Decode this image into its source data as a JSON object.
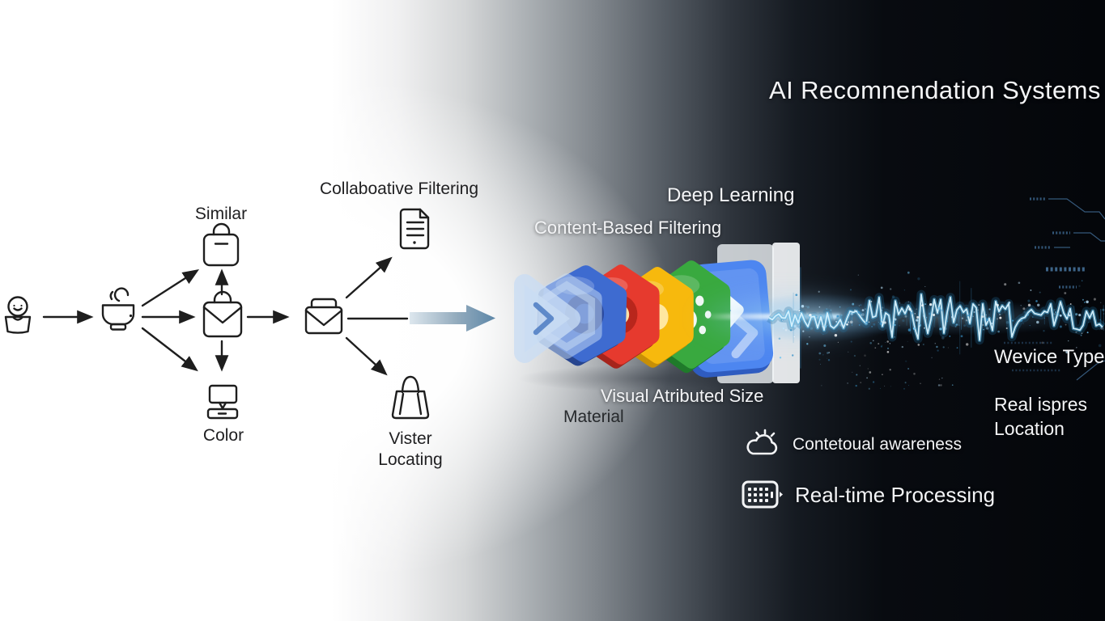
{
  "title": "AI Recomnendation Systems",
  "flowchart": {
    "similar_label": "Similar",
    "color_label": "Color",
    "collaborative_label": "Collaboative Filtering",
    "visitor_label_line1": "Vister",
    "visitor_label_line2": "Locating",
    "icons": {
      "user": "user-in-basket-icon",
      "query": "steaming-bowl-icon",
      "similar": "shopping-bag-icon",
      "center": "mail-bag-icon",
      "color": "monitor-icon",
      "dispatch": "envelope-icon",
      "collaborative": "document-icon",
      "visitor": "handbag-icon"
    }
  },
  "pipeline": {
    "deep_learning_label": "Deep Learning",
    "content_based_label": "Content-Based Filtering",
    "visual_attributes_label": "Visual Atributed Size",
    "material_label": "Material",
    "cards": [
      {
        "name": "glass-chevron",
        "color": "#c9ddf4",
        "shade": "#9dbfe4"
      },
      {
        "name": "blue-ring",
        "color": "#3e6bd0",
        "shade": "#27458f"
      },
      {
        "name": "red-ring",
        "color": "#e63a2e",
        "shade": "#a6241c"
      },
      {
        "name": "yellow-core",
        "color": "#f7b90d",
        "shade": "#c78f06"
      },
      {
        "name": "green-dots",
        "color": "#39a93f",
        "shade": "#1f7a2a"
      },
      {
        "name": "blue-chevron-card",
        "color": "#4d86f0",
        "shade": "#2f5cc0"
      }
    ]
  },
  "features": [
    {
      "icon": "cloud-sun-icon",
      "label": "Contetoual awareness"
    },
    {
      "icon": "keypad-icon",
      "label": "Real-time Processing"
    }
  ],
  "right_panel": {
    "device_type_label": "Wevice Type",
    "location_label_line1": "Real ispres",
    "location_label_line2": "Location"
  },
  "colors": {
    "ink": "#1e1e1e",
    "text_light": "#f3f4f6",
    "waveform_core": "#d9f3ff",
    "waveform_glow": "#56b8e8",
    "circuit_line": "#35587a"
  }
}
